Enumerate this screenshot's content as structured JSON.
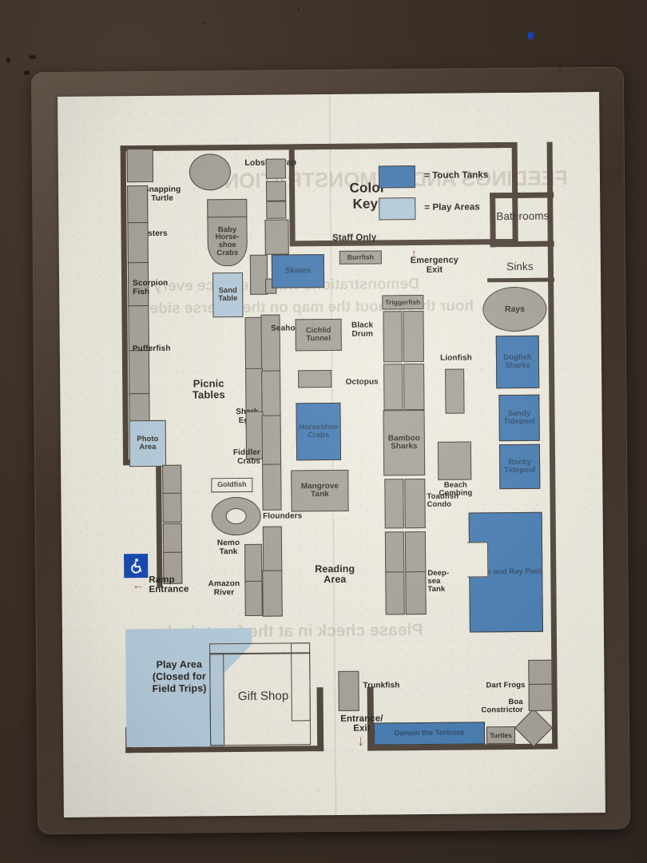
{
  "photo": {
    "surface": "dark-wood-desk",
    "sheet": "laminated-aquarium-map"
  },
  "color_key": {
    "title": "Color\nKey:",
    "entries": [
      {
        "label": "= Touch Tanks",
        "color": "#4a7fb5",
        "swatch": "touch-tanks"
      },
      {
        "label": "= Play Areas",
        "color": "#b7cedd",
        "swatch": "play-areas"
      }
    ]
  },
  "rooms": {
    "staff_only": "Staff Only",
    "bathrooms": "Bathrooms",
    "sinks": "Sinks",
    "gift_shop": "Gift Shop",
    "picnic_tables": "Picnic\nTables",
    "reading_area": "Reading\nArea",
    "play_area": "Play Area\n(Closed for\nField Trips)"
  },
  "exits": {
    "emergency_exit": "Emergency\nExit",
    "entrance_exit": "Entrance/\nExit",
    "ramp_entrance": "Ramp\nEntrance",
    "accessible_icon": "wheelchair-icon"
  },
  "exhibits": {
    "left_wall": [
      "Snapping\nTurtle",
      "Lobsters",
      "Scorpion\nFish",
      "Pufferfish"
    ],
    "top_area": [
      "Lobster Trap",
      "Baby\nHorse-\nshoe\nCrabs",
      "Sand\nTable",
      "Skates",
      "Burrfish"
    ],
    "center": [
      "Seahorses",
      "Cichlid\nTunnel",
      "Horseshoe\nCrabs",
      "Mangrove\nTank",
      "Shark\nEggs",
      "Fiddler\nCrabs",
      "Goldfish",
      "Nemo\nTank",
      "Flounders",
      "Amazon\nRiver"
    ],
    "center_right": [
      "Triggerfish",
      "Black\nDrum",
      "Octopus",
      "Bamboo\nSharks",
      "Toadfish\nCondo",
      "Deep-\nsea\nTank"
    ],
    "right_wall": [
      "Rays",
      "Lionfish",
      "Beach\nCombing",
      "Dogfish\nSharks",
      "Sandy\nTidepool",
      "Rocky\nTidepool",
      "Shark and\nRay Pool"
    ],
    "bottom": [
      "Trunkfish",
      "Darwin the Tortoise",
      "Turtles",
      "Dart Frogs",
      "Boa\nConstrictor",
      "Photo\nArea"
    ]
  },
  "reverse_side_bleed": [
    "FEEDINGS AND DEMONSTRATIONS",
    "Demonstrations will take place every",
    "hour throughout the map on the reverse side.",
    "Please check in at the front desk."
  ]
}
